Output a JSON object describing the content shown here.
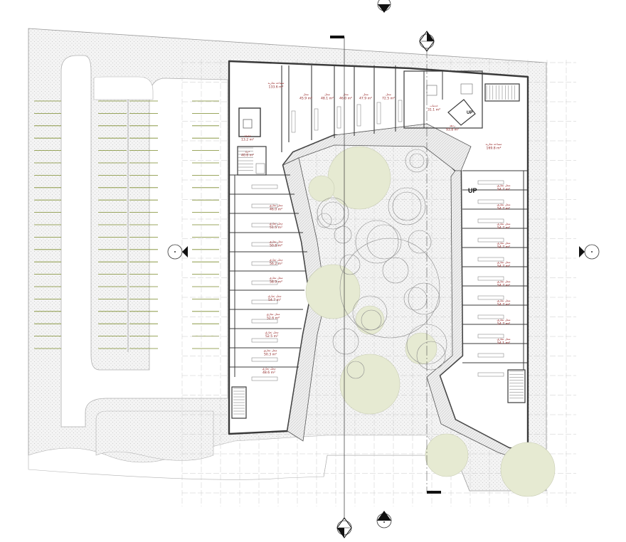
{
  "drawing": {
    "labels": {
      "stair_up": "UP",
      "stair_up_small": "UP"
    },
    "rooms_north": [
      {
        "title": "مساحة تجارية",
        "area": "133.6 m²"
      },
      {
        "title": "محل",
        "area": "45.9 m²"
      },
      {
        "title": "محل",
        "area": "48.1 m²"
      },
      {
        "title": "محل",
        "area": "46.0 m²"
      },
      {
        "title": "محل",
        "area": "47.9 m²"
      },
      {
        "title": "محل",
        "area": "72.5 m²"
      }
    ],
    "rooms_core": [
      {
        "title": "مصعد",
        "area": "13.2 m²"
      },
      {
        "title": "درج",
        "area": "40.6 m²"
      },
      {
        "title": "ردهة",
        "area": "93.8 m²"
      },
      {
        "title": "خدمات",
        "area": "31.1 m²"
      }
    ],
    "rooms_east_top": {
      "title": "مساحة تجارية",
      "area": "169.8 m²"
    },
    "rooms_west": [
      {
        "title": "محل تجاري",
        "area": "46.0 m²"
      },
      {
        "title": "محل تجاري",
        "area": "51.5 m²"
      },
      {
        "title": "محل تجاري",
        "area": "50.8 m²"
      },
      {
        "title": "محل تجاري",
        "area": "56.2 m²"
      },
      {
        "title": "محل تجاري",
        "area": "58.9 m²"
      },
      {
        "title": "محل تجاري",
        "area": "54.7 m²"
      },
      {
        "title": "محل تجاري",
        "area": "52.6 m²"
      },
      {
        "title": "محل تجاري",
        "area": "52.5 m²"
      },
      {
        "title": "محل تجاري",
        "area": "50.3 m²"
      },
      {
        "title": "محل تجاري",
        "area": "48.6 m²"
      }
    ],
    "rooms_east": [
      {
        "title": "محل تجاري",
        "area": "54.7 m²"
      },
      {
        "title": "محل تجاري",
        "area": "54.7 m²"
      },
      {
        "title": "محل تجاري",
        "area": "54.7 m²"
      },
      {
        "title": "محل تجاري",
        "area": "54.7 m²"
      },
      {
        "title": "محل تجاري",
        "area": "54.7 m²"
      },
      {
        "title": "محل تجاري",
        "area": "54.7 m²"
      },
      {
        "title": "محل تجاري",
        "area": "54.7 m²"
      },
      {
        "title": "محل تجاري",
        "area": "54.7 m²"
      },
      {
        "title": "محل تجاري",
        "area": "54.1 m²"
      }
    ],
    "colors": {
      "wall": "#3a3a3a",
      "hatch": "#d9d9d9",
      "parking_line": "#7a8a2a",
      "tree_fill": "#e6ead2",
      "grid": "#c9c9c9",
      "room_text": "#8a1c1c"
    }
  }
}
